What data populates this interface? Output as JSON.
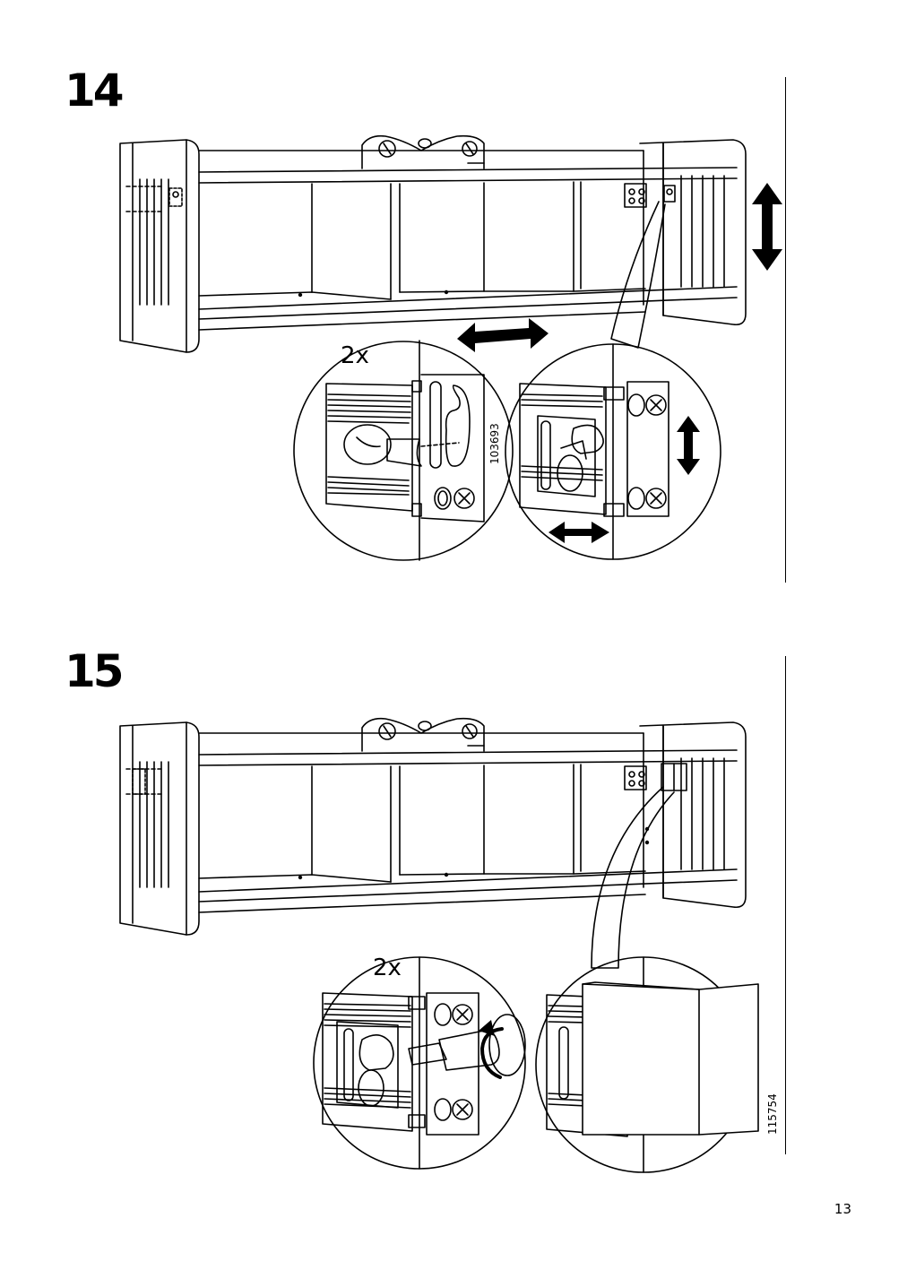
{
  "steps": [
    {
      "number": "14",
      "quantity_label": "2x",
      "part_number": "103693"
    },
    {
      "number": "15",
      "quantity_label": "2x",
      "part_number": "115754"
    }
  ],
  "page": {
    "number": "13"
  },
  "colors": {
    "ink": "#000000",
    "paper": "#ffffff"
  },
  "icons": {
    "double_arrow_horizontal": "double-arrow-horizontal-icon",
    "double_arrow_vertical": "double-arrow-vertical-icon",
    "rotate_arrow": "rotate-arrow-icon"
  }
}
